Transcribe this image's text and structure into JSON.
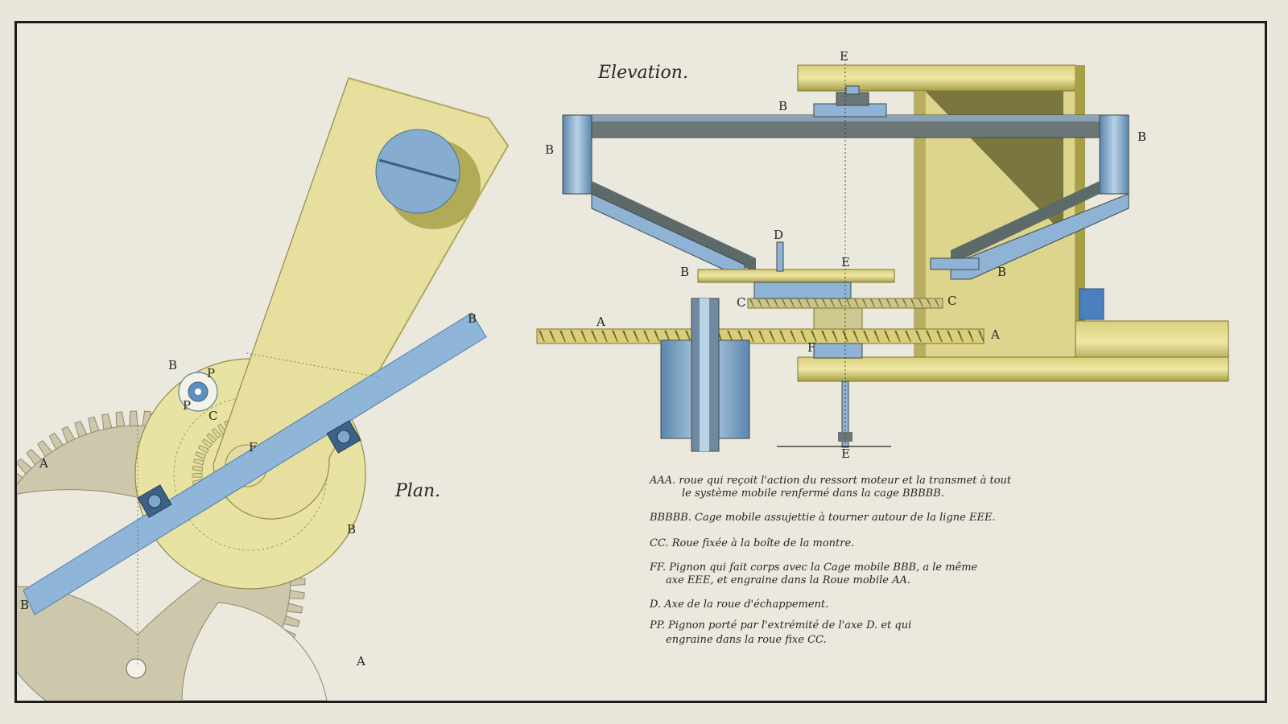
{
  "drawing": {
    "plan_title": "Plan.",
    "elevation_title": "Elevation.",
    "colors": {
      "paper": "#ebe8de",
      "brass": "#e9e29e",
      "brass_dark": "#a09a3a",
      "steel": "#8fb3d4",
      "steel_dark": "#4f7fa8",
      "frame": "#5d6a6a",
      "gear_grey": "#c9c3a8",
      "ink": "#2a2620"
    },
    "plan_labels": {
      "a_top": "A",
      "a_bottom": "A",
      "b_arm": "B",
      "b_left": "B",
      "b_right": "B",
      "b_pinion": "B",
      "p_top": "P",
      "p_bottom": "P",
      "c": "C",
      "f": "F"
    },
    "elevation_labels": {
      "e_top": "E",
      "e_middle": "E",
      "e_bottom": "E",
      "b_upper": "B",
      "b_left": "B",
      "b_right": "B",
      "b_lower_left": "B",
      "b_lower_right": "B",
      "d": "D",
      "c_left": "C",
      "c_right": "C",
      "a_left": "A",
      "a_right": "A",
      "f": "F"
    },
    "legend": [
      {
        "line1": "AAA. roue qui reçoit l'action du ressort moteur et la transmet à tout",
        "line2": "le système mobile renfermé dans la cage BBBBB."
      },
      {
        "line1": "BBBBB. Cage mobile assujettie à tourner autour de la ligne EEE.",
        "line2": ""
      },
      {
        "line1": "CC. Roue fixée à la boîte de la montre.",
        "line2": ""
      },
      {
        "line1": "FF. Pignon qui fait corps avec la Cage mobile BBB, a le même",
        "line2": "axe EEE, et engraine dans la Roue mobile AA."
      },
      {
        "line1": "D. Axe de la roue d'échappement.",
        "line2": ""
      },
      {
        "line1": "PP. Pignon porté par l'extrémité de l'axe D. et qui",
        "line2": "engraine dans la roue fixe CC."
      }
    ]
  }
}
